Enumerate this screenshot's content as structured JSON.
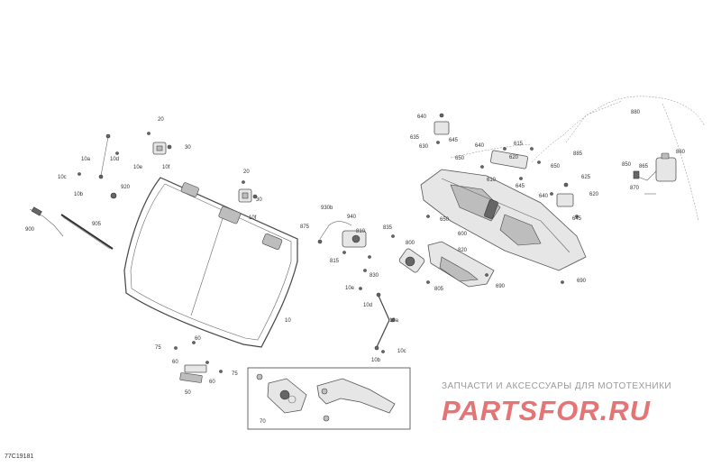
{
  "diagram": {
    "code": "77C19181",
    "watermark_text": "ЗАПЧАСТИ И АКСЕССУАРЫ ДЛЯ МОТОТЕХНИКИ",
    "watermark_logo": "PARTSFOR.RU",
    "labels": {
      "l20a": "20",
      "l30a": "30",
      "l10d": "10d",
      "l10e": "10e",
      "l10a": "10a",
      "l10f": "10f",
      "l10c": "10c",
      "l10b": "10b",
      "l920": "920",
      "l20b": "20",
      "l30b": "30",
      "l10f2": "10f",
      "l900": "900",
      "l905": "905",
      "l875": "875",
      "l930b": "930b",
      "l940": "940",
      "l835": "835",
      "l810": "810",
      "l800": "800",
      "l815": "815",
      "l820": "820",
      "l830": "830",
      "l805": "805",
      "l10e2": "10e",
      "l10d2": "10d",
      "l10": "10",
      "l10a2": "10a",
      "l10c2": "10c",
      "l10b2": "10b",
      "l60a": "60",
      "l75a": "75",
      "l60b": "60",
      "l50": "50",
      "l60c": "60",
      "l75b": "75",
      "l70": "70",
      "l640a": "640",
      "l635": "635",
      "l630": "630",
      "l645a": "645",
      "l640b": "640",
      "l615": "615",
      "l650a": "650",
      "l610": "610",
      "l620a": "620",
      "l650b": "650",
      "l645b": "645",
      "l880": "880",
      "l885": "885",
      "l860": "860",
      "l850": "850",
      "l865": "865",
      "l870": "870",
      "l625": "625",
      "l640c": "640",
      "l620b": "620",
      "l645c": "645",
      "l650c": "650",
      "l600": "600",
      "l690a": "690",
      "l690b": "690"
    }
  }
}
